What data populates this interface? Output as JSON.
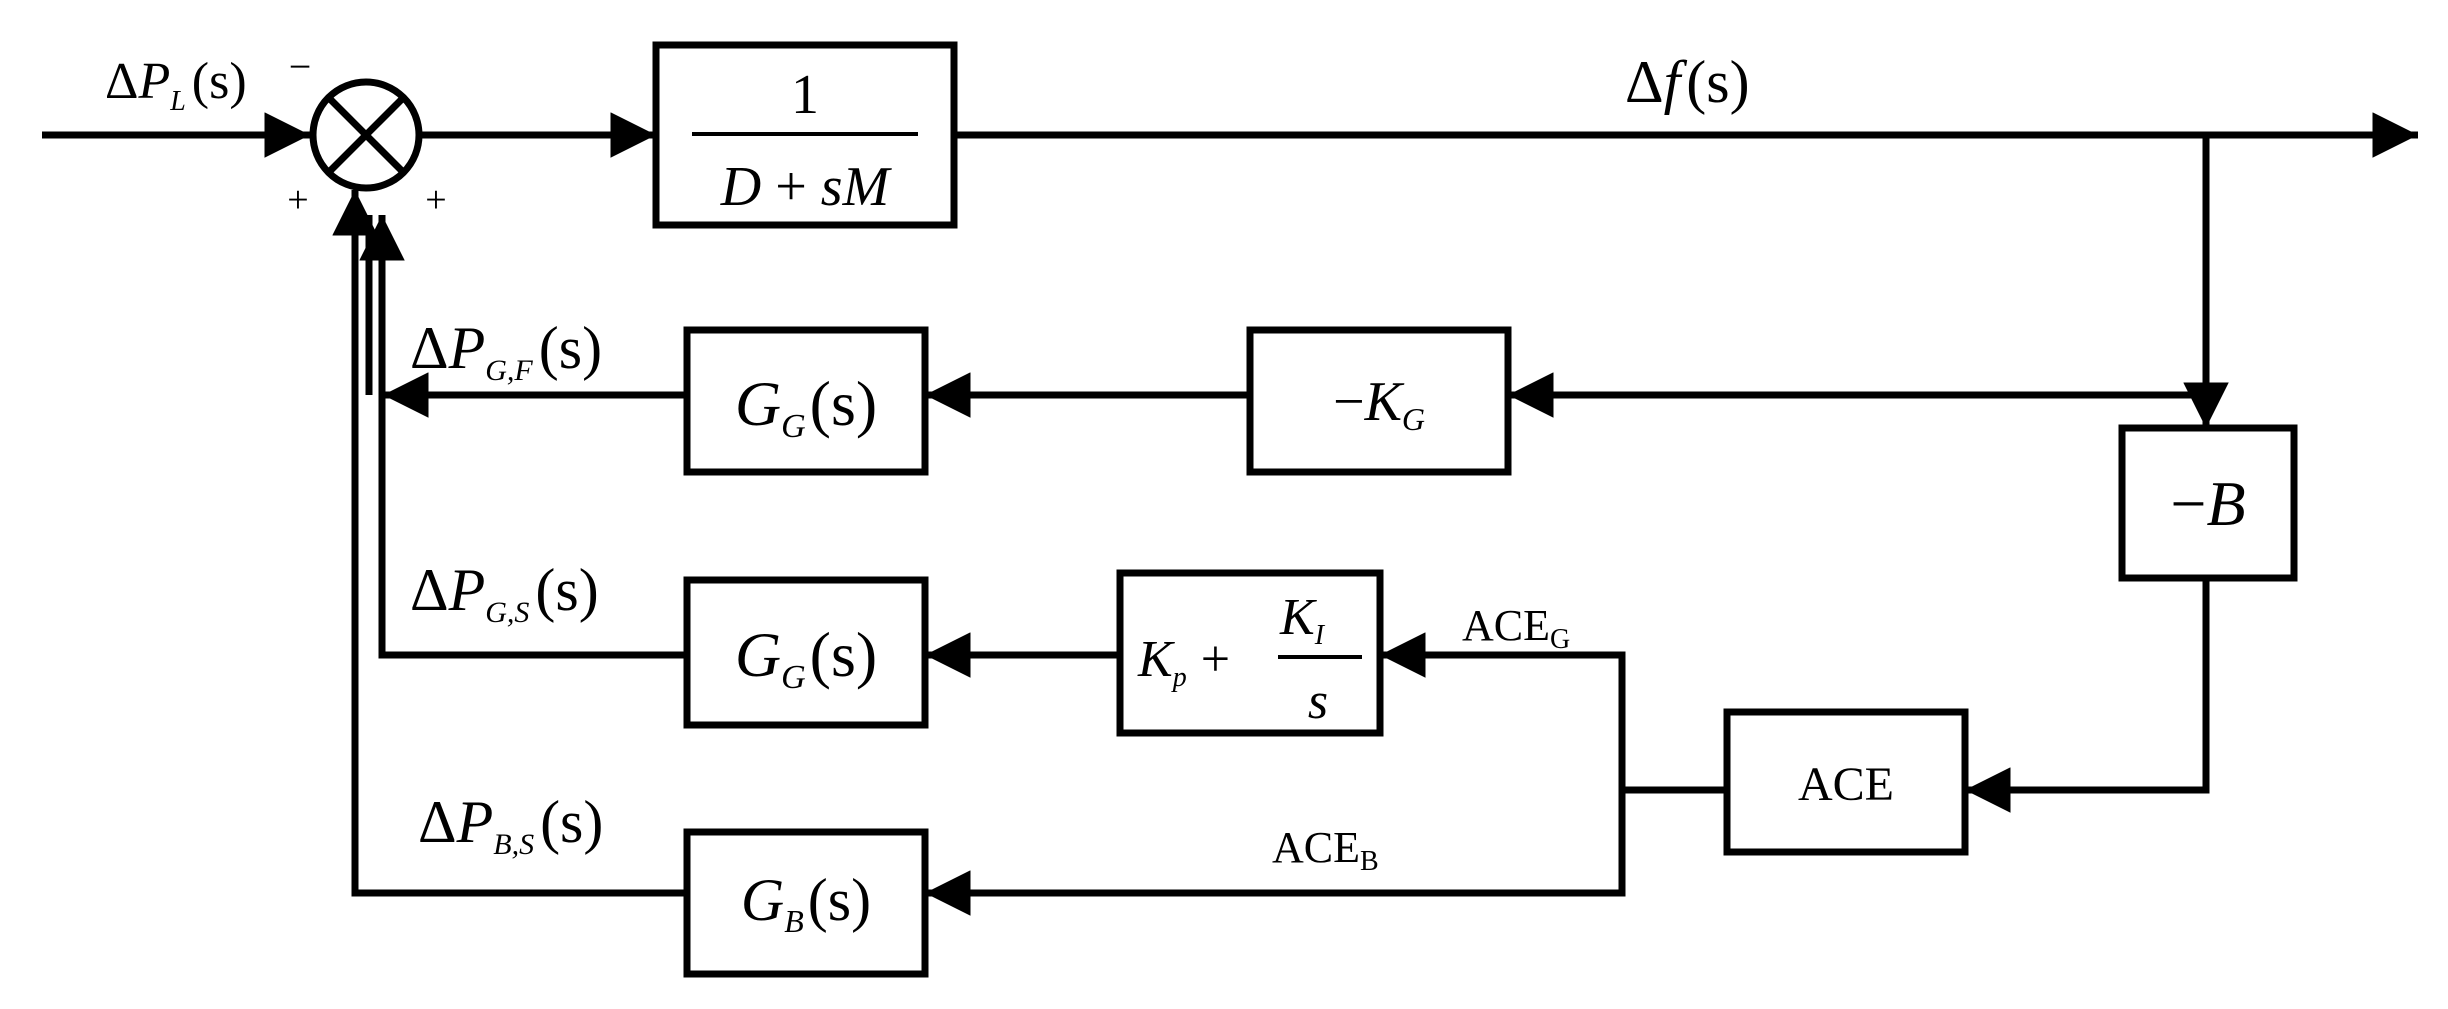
{
  "input_signal": {
    "delta": "Δ",
    "symbol": "P",
    "sub": "L",
    "arg": "(s)"
  },
  "summing_junction": {
    "sign_top": "−",
    "sign_left": "+",
    "sign_right": "+"
  },
  "plant_block": {
    "numerator": "1",
    "den_a": "D",
    "den_plus": "+",
    "den_b": "sM"
  },
  "output_signal": {
    "delta": "Δ",
    "symbol": "f",
    "arg": "(s)"
  },
  "kg_block": {
    "minus": "−",
    "symbol": "K",
    "sub": "G"
  },
  "b_block": {
    "minus": "−",
    "symbol": "B"
  },
  "gg_block_1": {
    "symbol": "G",
    "sub": "G",
    "arg": "(s)"
  },
  "gg_block_2": {
    "symbol": "G",
    "sub": "G",
    "arg": "(s)"
  },
  "gb_block": {
    "symbol": "G",
    "sub": "B",
    "arg": "(s)"
  },
  "pi_block": {
    "kp": "K",
    "kp_sub": "p",
    "plus": "+",
    "ki": "K",
    "ki_sub": "I",
    "den": "s"
  },
  "ace_block": {
    "label": "ACE"
  },
  "signal_pgf": {
    "delta": "Δ",
    "symbol": "P",
    "sub": "G,F",
    "arg": "(s)"
  },
  "signal_pgs": {
    "delta": "Δ",
    "symbol": "P",
    "sub": "G,S",
    "arg": "(s)"
  },
  "signal_pbs": {
    "delta": "Δ",
    "symbol": "P",
    "sub": "B,S",
    "arg": "(s)"
  },
  "signal_ace_g": {
    "label": "ACE",
    "sub": "G"
  },
  "signal_ace_b": {
    "label": "ACE",
    "sub": "B"
  }
}
